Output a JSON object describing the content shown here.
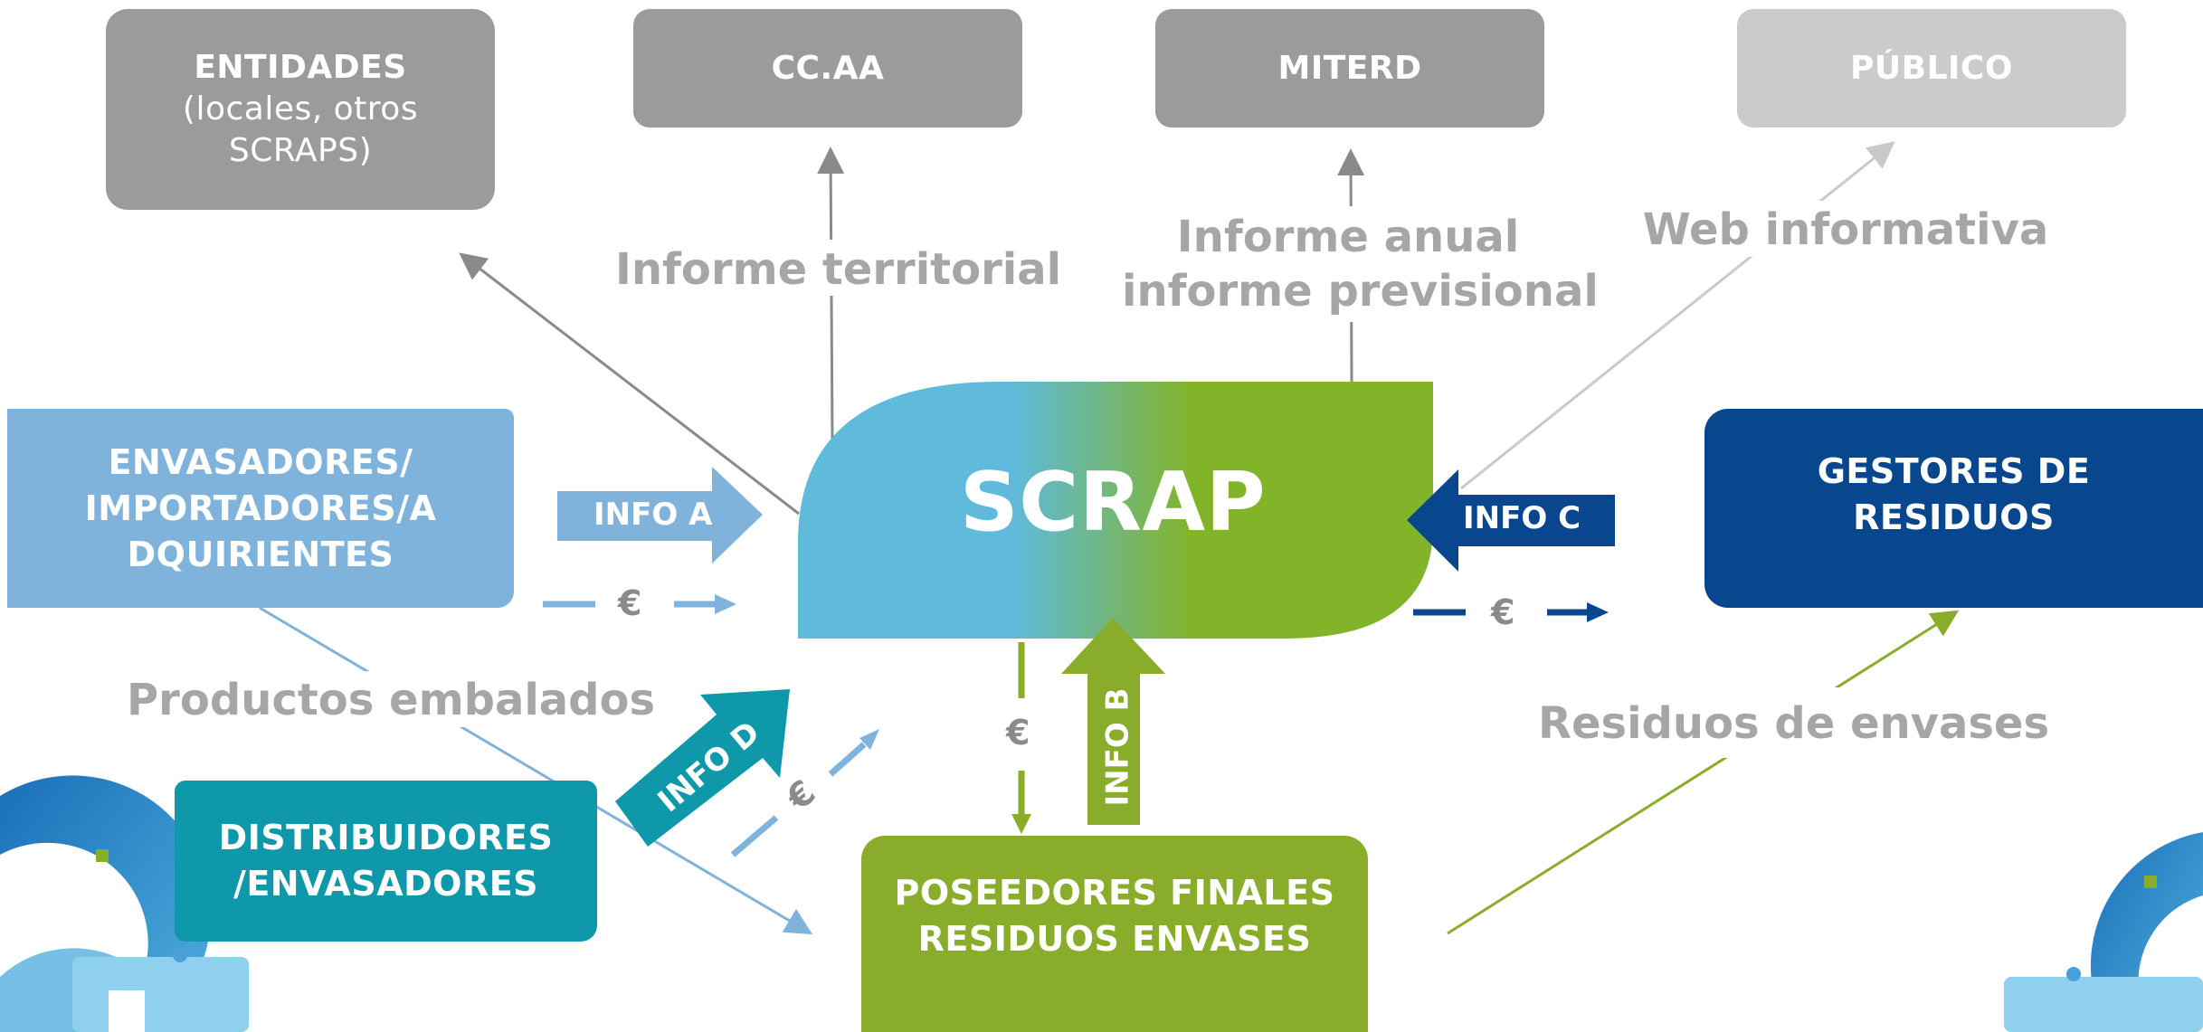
{
  "colors": {
    "grey": "#9b9b9b",
    "grey_light": "#cbcbcb",
    "blue_light": "#7fb3dc",
    "teal": "#0e98a9",
    "navy": "#08478e",
    "green": "#89ad2b",
    "scrap_left": "#5fbadb",
    "scrap_right": "#82b42a"
  },
  "top_boxes": {
    "entidades": {
      "line1": "ENTIDADES",
      "line2": "(locales, otros",
      "line3": "SCRAPS)"
    },
    "ccaa": {
      "label": "CC.AA"
    },
    "miterd": {
      "label": "MITERD"
    },
    "publico": {
      "label": "PÚBLICO"
    }
  },
  "labels": {
    "informe_territorial": "Informe territorial",
    "informe_anual": "Informe anual",
    "informe_previsional": "informe previsional",
    "web_informativa": "Web informativa",
    "productos_embalados": "Productos embalados",
    "residuos_envases": "Residuos de envases"
  },
  "nodes": {
    "envasadores": {
      "line1": "ENVASADORES/",
      "line2": "IMPORTADORES/A",
      "line3": "DQUIRIENTES"
    },
    "scrap": {
      "label": "SCRAP"
    },
    "gestores": {
      "line1": "GESTORES DE",
      "line2": "RESIDUOS"
    },
    "distribuidores": {
      "line1": "DISTRIBUIDORES",
      "line2": "/ENVASADORES"
    },
    "poseedores": {
      "line1": "POSEEDORES FINALES",
      "line2": "RESIDUOS ENVASES"
    }
  },
  "flows": {
    "info_a": "INFO A",
    "info_b": "INFO B",
    "info_c": "INFO C",
    "info_d": "INFO D",
    "euro": "€"
  }
}
